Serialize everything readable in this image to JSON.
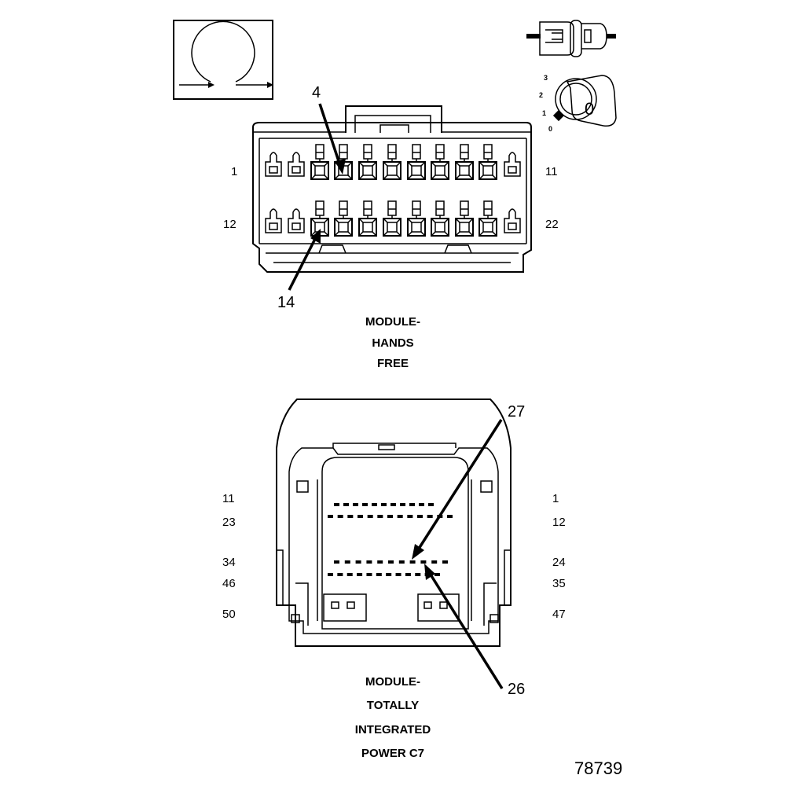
{
  "hands_free": {
    "title_lines": [
      "MODULE-",
      "HANDS",
      "FREE"
    ],
    "pin_labels": {
      "top_left": "1",
      "top_right": "11",
      "bottom_left": "12",
      "bottom_right": "22"
    },
    "callouts": {
      "upper": "4",
      "lower": "14"
    },
    "icons": {
      "view_indicator": "circular-arrow-view-icon",
      "connector_side": "connector-side-view-icon",
      "ignition": "ignition-key-icon"
    },
    "ignition_positions": [
      "3",
      "2",
      "1",
      "0"
    ],
    "ignition_key_text": "0"
  },
  "tipm": {
    "title_lines": [
      "MODULE-",
      "TOTALLY",
      "INTEGRATED",
      "POWER C7"
    ],
    "pin_labels": {
      "left": [
        "11",
        "23",
        "34",
        "46",
        "50"
      ],
      "right": [
        "1",
        "12",
        "24",
        "35",
        "47"
      ]
    },
    "callouts": {
      "upper": "27",
      "lower": "26"
    }
  },
  "figure_number": "78739"
}
